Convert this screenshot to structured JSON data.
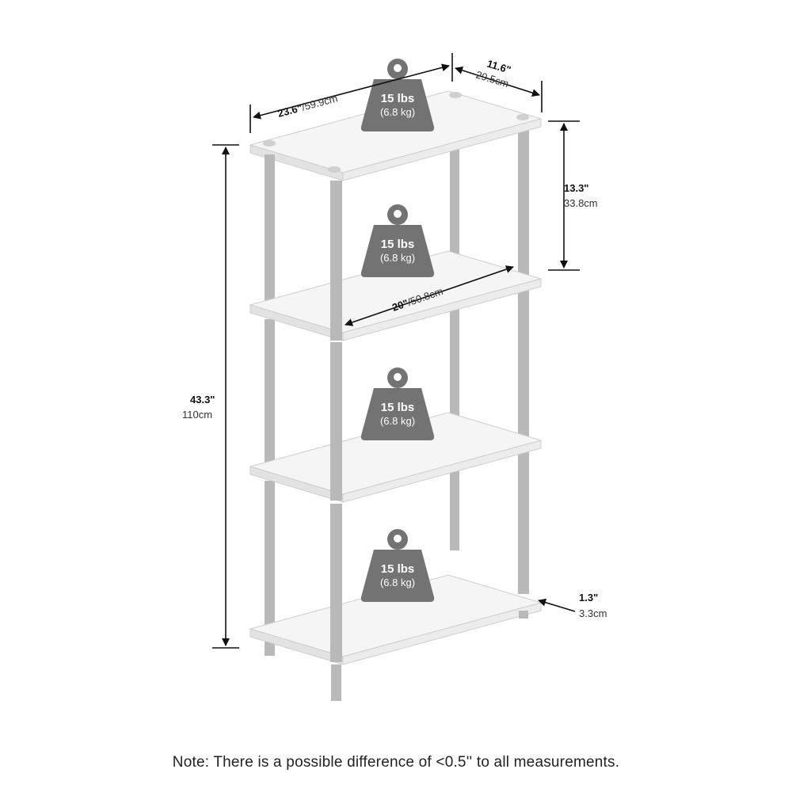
{
  "dimensions": {
    "width": {
      "imperial": "23.6\"",
      "metric": "/59.9cm"
    },
    "depth": {
      "imperial": "11.6\"",
      "metric": "29.5cm"
    },
    "shelf_gap": {
      "imperial": "13.3\"",
      "metric": "33.8cm"
    },
    "inner_width": {
      "imperial": "20\"",
      "metric": "/50.8cm"
    },
    "height": {
      "imperial": "43.3\"",
      "metric": "110cm"
    },
    "foot": {
      "imperial": "1.3\"",
      "metric": "3.3cm"
    }
  },
  "weight_limits": [
    {
      "lbs": "15 lbs",
      "kg": "(6.8 kg)"
    },
    {
      "lbs": "15 lbs",
      "kg": "(6.8 kg)"
    },
    {
      "lbs": "15 lbs",
      "kg": "(6.8 kg)"
    },
    {
      "lbs": "15 lbs",
      "kg": "(6.8 kg)"
    }
  ],
  "colors": {
    "shelf_fill": "#f4f4f4",
    "shelf_edge": "#c9c9c9",
    "post": "#b9b9b9",
    "weight": "#737373",
    "line": "#111111"
  },
  "note": "Note: There is a possible difference of <0.5'' to all measurements."
}
